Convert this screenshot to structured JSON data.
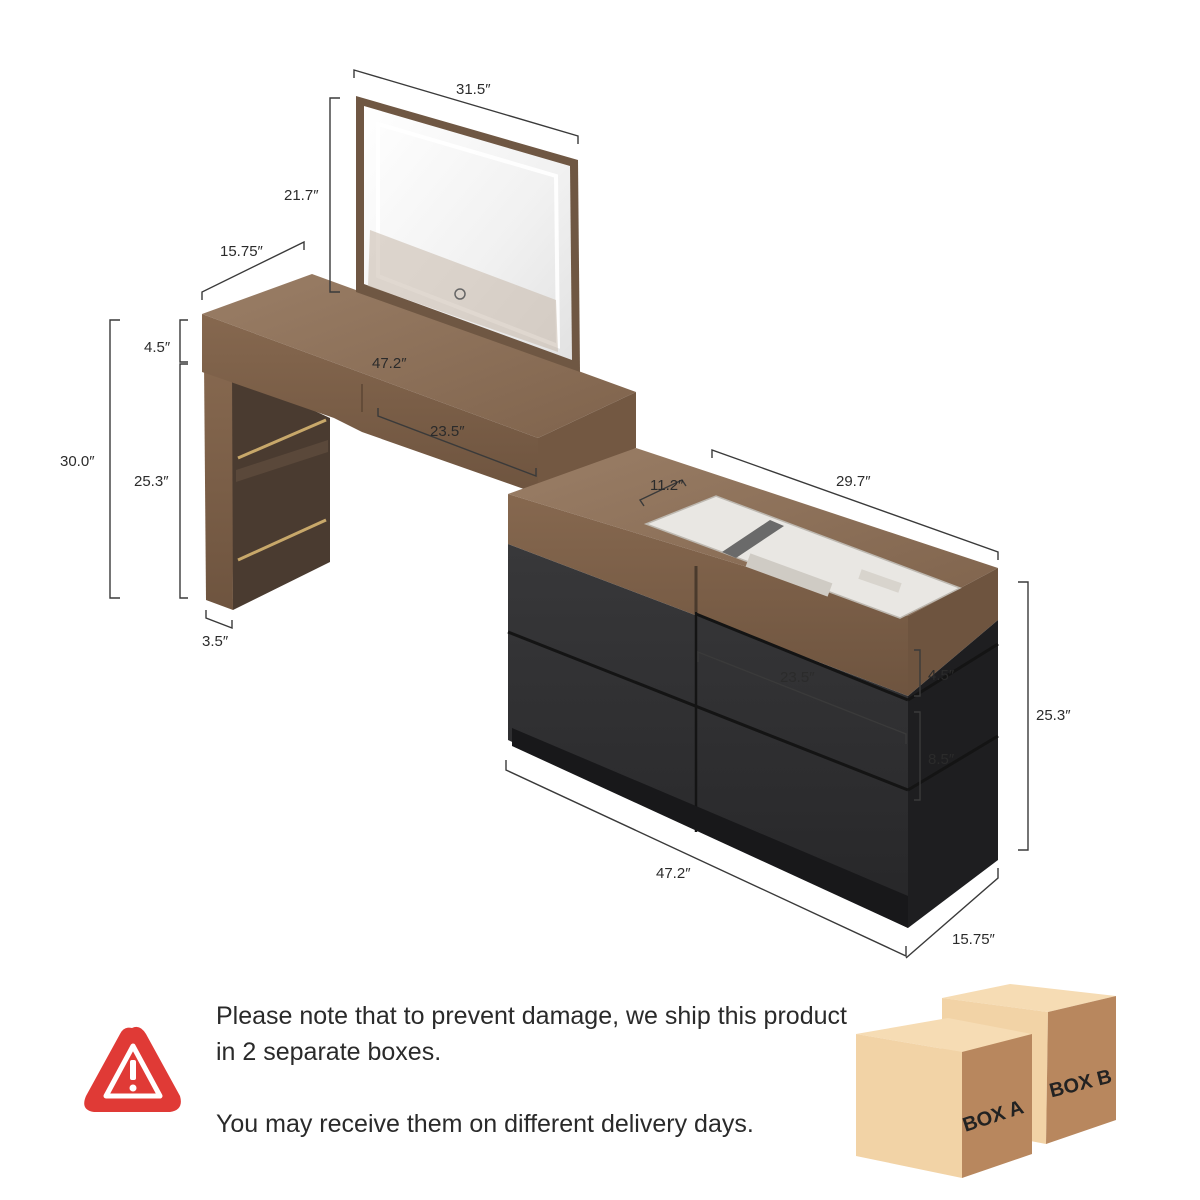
{
  "dimensions": {
    "mirror_width": "31.5″",
    "mirror_height": "21.7″",
    "vanity_depth": "15.75″",
    "vanity_top_thickness": "4.5″",
    "vanity_width": "47.2″",
    "vanity_total_height": "30.0″",
    "vanity_leg_height": "25.3″",
    "vanity_drawer_width": "23.5″",
    "vanity_leg_width": "3.5″",
    "jewelry_tray_depth": "11.2″",
    "jewelry_tray_width": "29.7″",
    "dresser_drawer_width": "23.5″",
    "dresser_top_drawer_height": "4.5″",
    "dresser_drawer_height": "8.5″",
    "dresser_height": "25.3″",
    "dresser_width": "47.2″",
    "dresser_depth": "15.75″"
  },
  "notice": {
    "line1": "Please note that to prevent damage, we ship this product in 2 separate boxes.",
    "line2": "You may receive them on different delivery days.",
    "icon": "warning-icon",
    "icon_color": "#e03a36"
  },
  "boxes": {
    "box_a": "BOX A",
    "box_b": "BOX B",
    "color_front": "#f2d3a6",
    "color_side": "#b8875e"
  },
  "colors": {
    "wood": "#8a6d55",
    "dresser": "#2c2c2e"
  }
}
